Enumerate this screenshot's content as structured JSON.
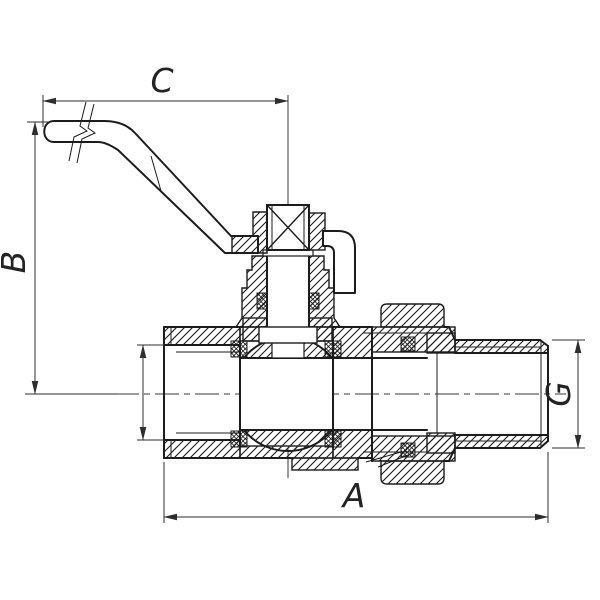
{
  "drawing": {
    "type": "technical-section-drawing",
    "subject": "ball valve with lever handle and union tailpiece, cross-section",
    "background_color": "#ffffff",
    "line_color": "#1c1c1c",
    "dimension_color": "#2e2e2e",
    "dimensions": {
      "top": {
        "label": "C"
      },
      "left": {
        "label": "B"
      },
      "bottom": {
        "label": "A"
      },
      "right": {
        "label": "G"
      }
    }
  }
}
